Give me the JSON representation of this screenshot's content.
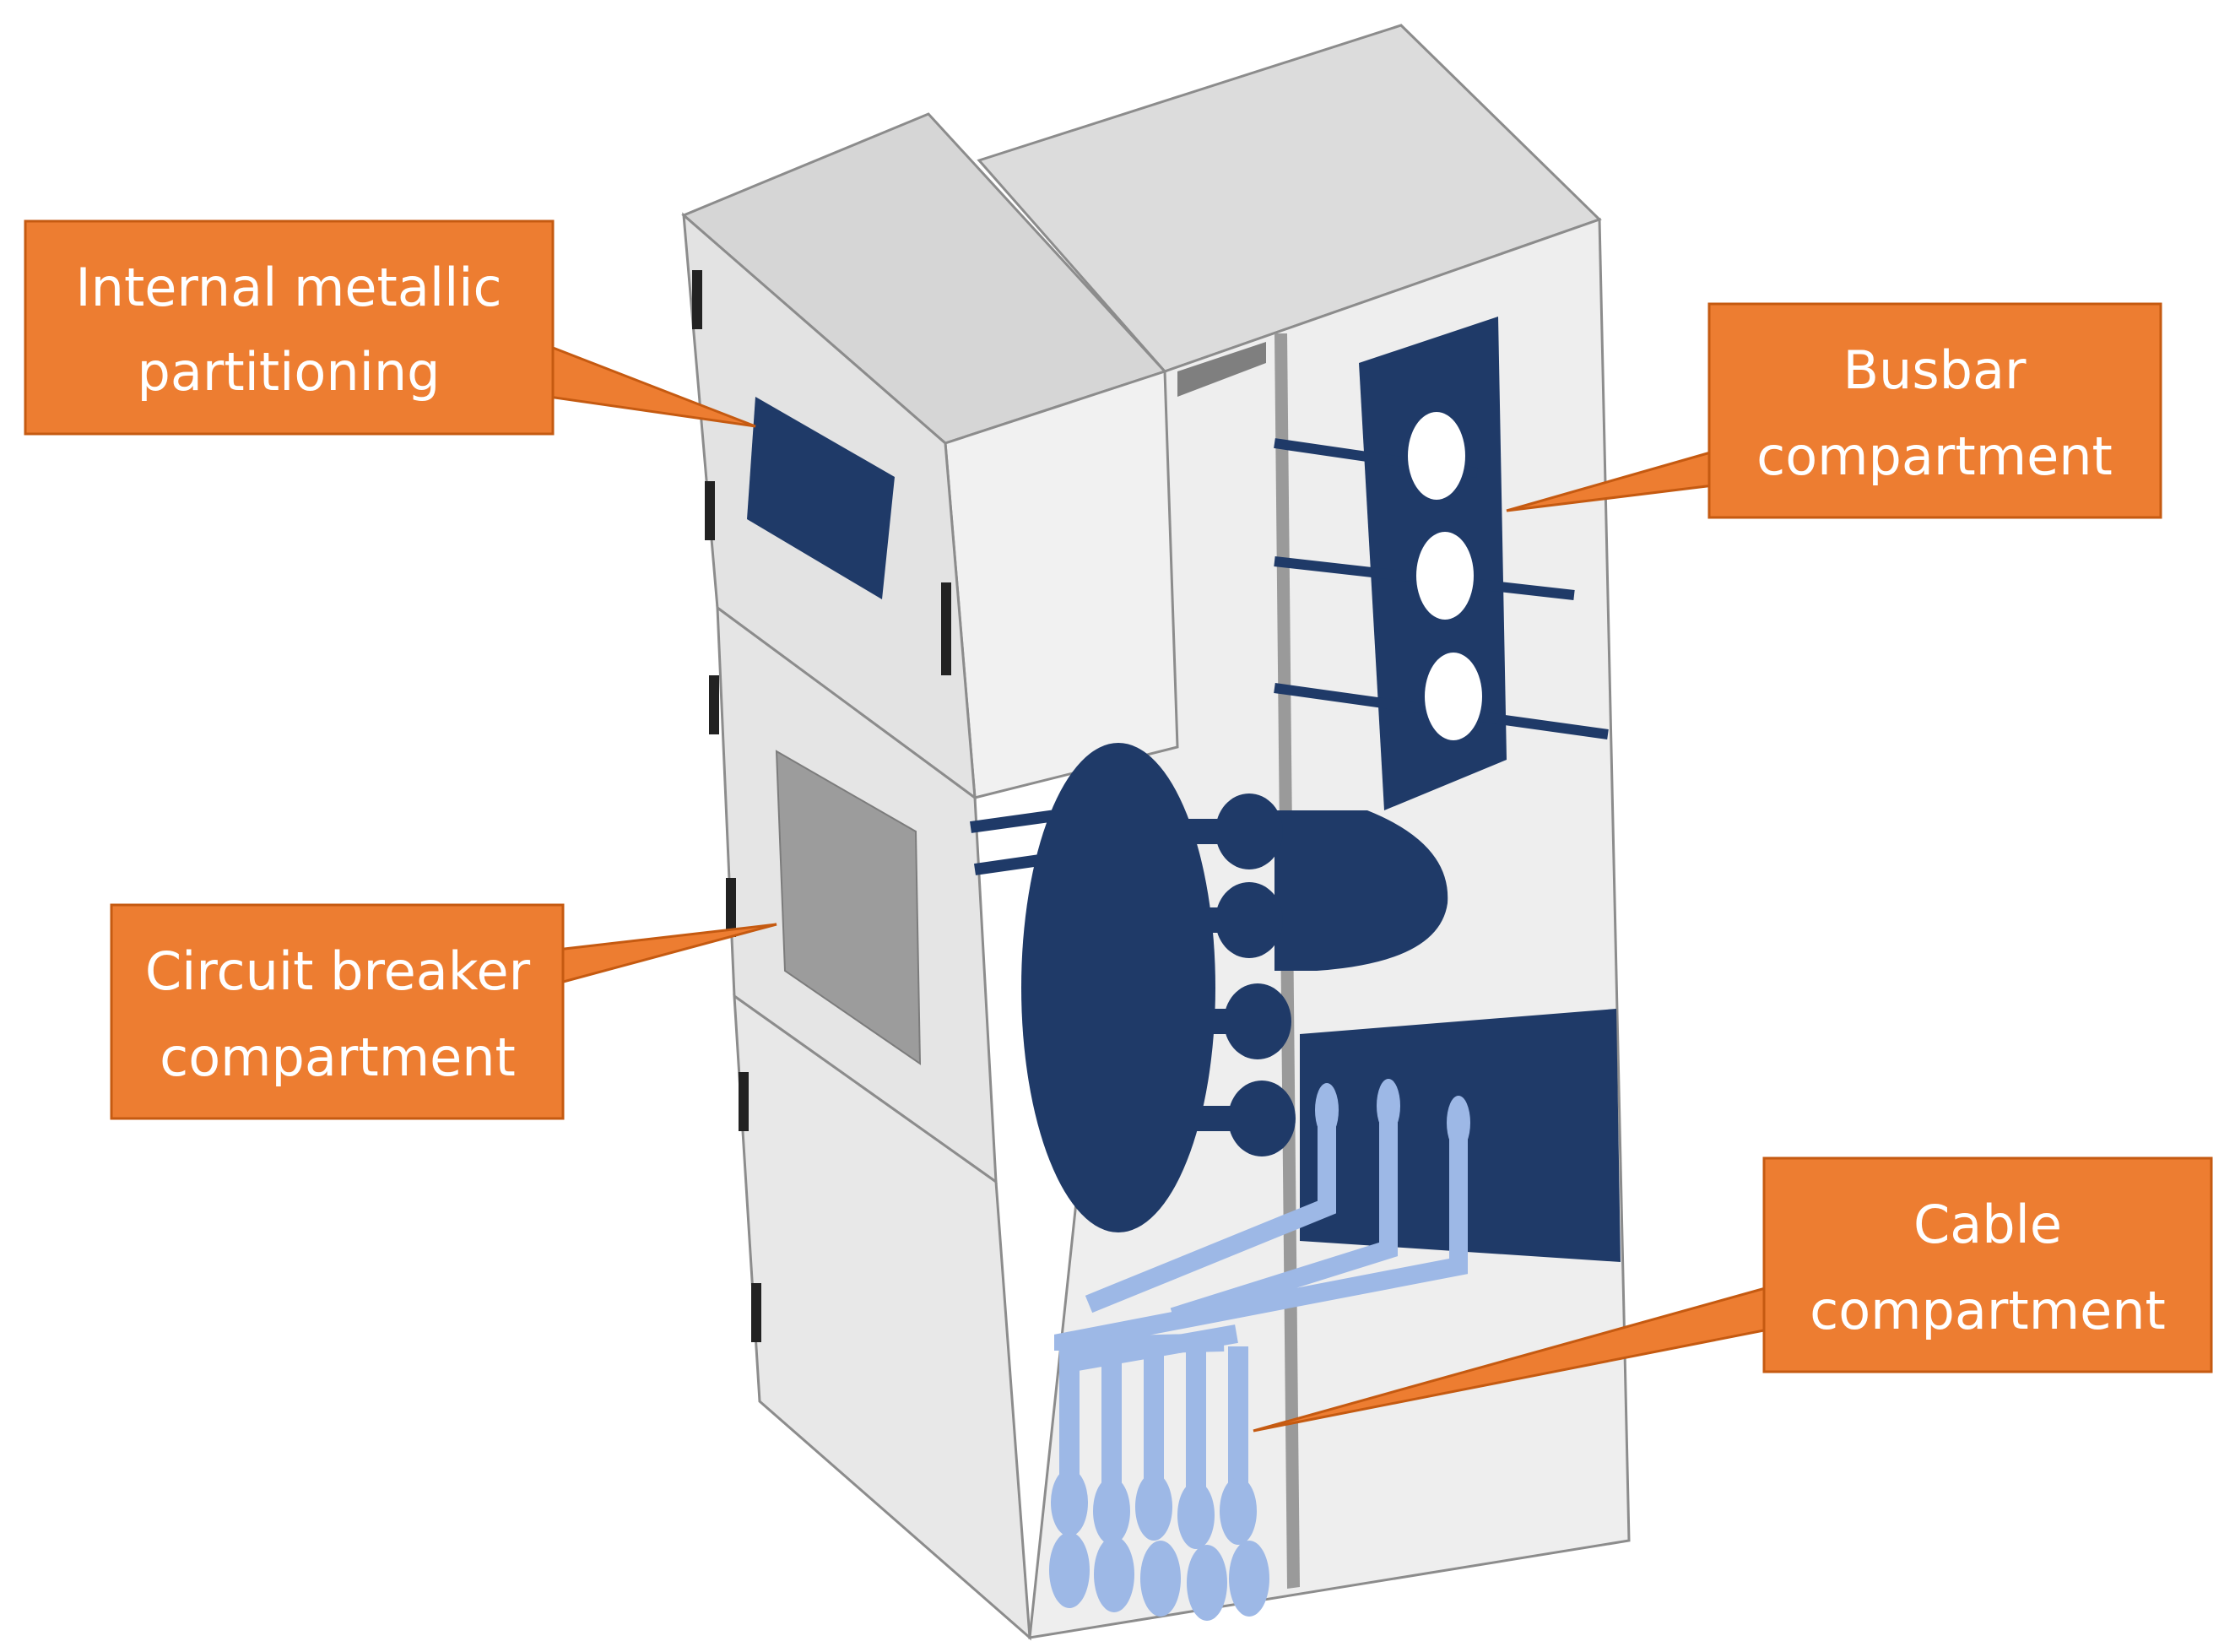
{
  "callouts": [
    {
      "id": "internal-metallic-partitioning",
      "lines": [
        "Internal metallic",
        "partitioning"
      ]
    },
    {
      "id": "busbar-compartment",
      "lines": [
        "Busbar",
        "compartment"
      ]
    },
    {
      "id": "circuit-breaker-compartment",
      "lines": [
        "Circuit breaker",
        "compartment"
      ]
    },
    {
      "id": "cable-compartment",
      "lines": [
        "Cable",
        "compartment"
      ]
    }
  ],
  "colors": {
    "callout_fill": "#ed7d31",
    "callout_text": "#ffffff",
    "cabinet_panel": "#e7e7e7",
    "component_dark": "#1f3a68",
    "component_light": "#9db8e6"
  }
}
